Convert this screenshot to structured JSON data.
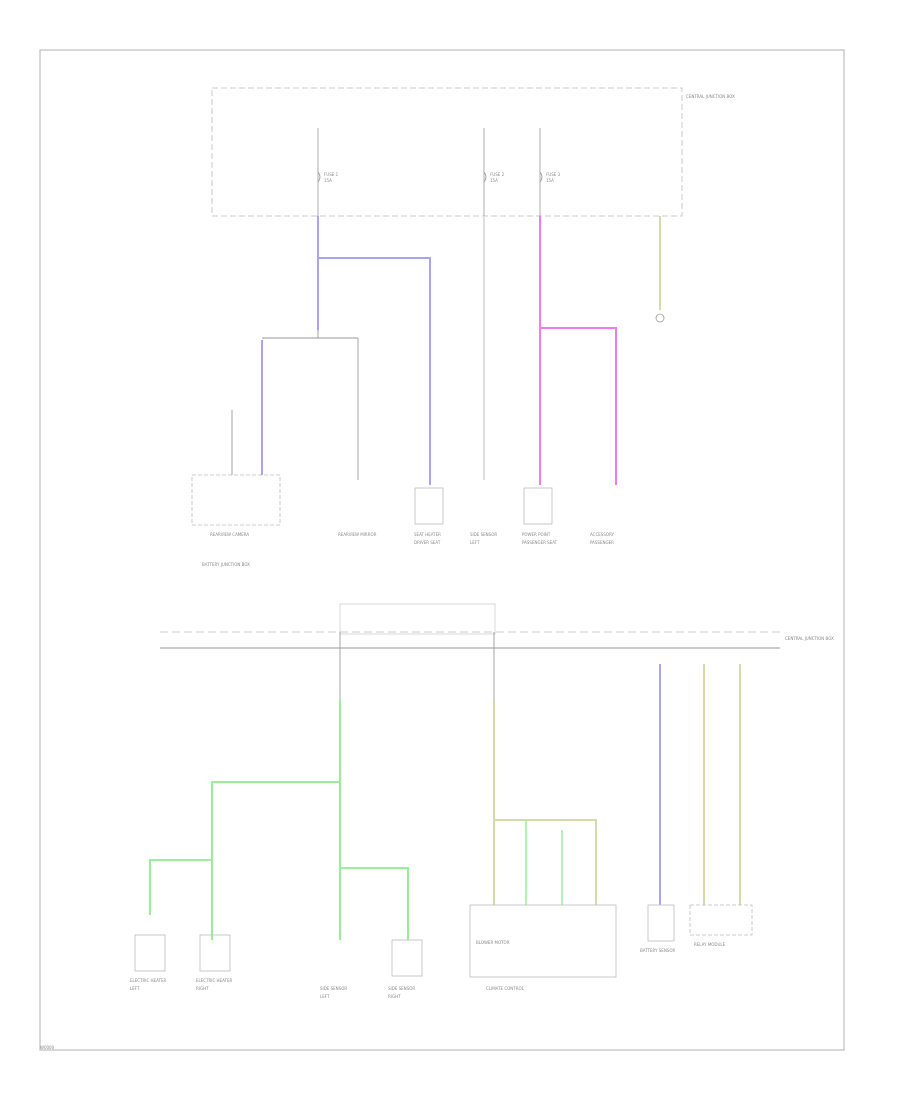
{
  "page_code": "W0000",
  "colors": {
    "outline": "#bdbdbd",
    "wire_black": "#9a9a9a",
    "wire_violet": "#a9a3f2",
    "wire_pink": "#ef7cf0",
    "wire_green": "#9aee9a",
    "wire_yellow": "#d9d8ad",
    "wire_white": "#dedede"
  },
  "top_section": {
    "fuse_box_label": "CENTRAL JUNCTION BOX",
    "fuses": [
      {
        "id": "F1",
        "name": "FUSE 1",
        "rating": "15A"
      },
      {
        "id": "F2",
        "name": "FUSE 2",
        "rating": "15A"
      },
      {
        "id": "F3",
        "name": "FUSE 3",
        "rating": "15A"
      }
    ],
    "loads": [
      {
        "name": "REARVIEW CAMERA",
        "sub": "BATTERY JUNCTION BOX"
      },
      {
        "name": "REARVIEW MIRROR",
        "sub": ""
      },
      {
        "name": "SEAT HEATER",
        "sub": "DRIVER SEAT"
      },
      {
        "name": "SIDE SENSOR",
        "sub": "LEFT"
      },
      {
        "name": "POWER POINT",
        "sub": "PASSENGER SEAT"
      },
      {
        "name": "ACCESSORY",
        "sub": "PASSENGER"
      }
    ]
  },
  "bottom_section": {
    "junction_label": "CENTRAL JUNCTION BOX",
    "loads": [
      {
        "name": "ELECTRIC HEATER",
        "sub": "LEFT"
      },
      {
        "name": "ELECTRIC HEATER",
        "sub": "RIGHT"
      },
      {
        "name": "SIDE SENSOR",
        "sub": "LEFT"
      },
      {
        "name": "SIDE SENSOR",
        "sub": "RIGHT"
      },
      {
        "name": "BLOWER MOTOR",
        "sub": "CLIMATE CONTROL"
      },
      {
        "name": "BATTERY SENSOR",
        "sub": ""
      },
      {
        "name": "RELAY MODULE",
        "sub": ""
      }
    ]
  }
}
